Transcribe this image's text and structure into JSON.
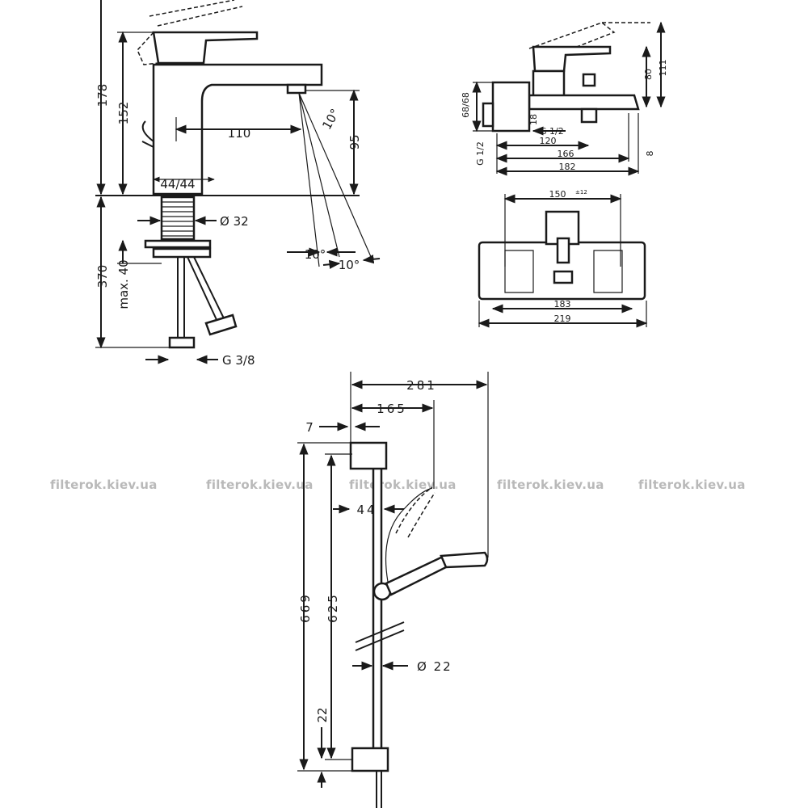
{
  "watermark": "filterok.kiev.ua",
  "basin_mixer": {
    "dims": {
      "d178": "178",
      "d152": "152",
      "d110": "110",
      "d95": "95",
      "d10a": "10°",
      "d10b": "10°",
      "d10c": "10°",
      "d4444": "44/44",
      "d32": "Ø 32",
      "d370": "370",
      "dmax40": "max. 40",
      "dg38": "G 3/8"
    }
  },
  "bath_mixer": {
    "dims": {
      "d6868": "68/68",
      "d18": "18",
      "dg12a": "G 1/2",
      "dg12b": "G 1/2",
      "d120": "120",
      "d166": "166",
      "d182": "182",
      "d80": "80",
      "d111": "111",
      "d150": "150",
      "d150sup": "±12",
      "d183": "183",
      "d219": "219",
      "d8": "8"
    }
  },
  "shower_set": {
    "dims": {
      "d281": "281",
      "d165": "165",
      "d7": "7",
      "d44": "44",
      "d669": "669",
      "d625": "625",
      "d22a": "22",
      "d22b": "Ø 22"
    }
  }
}
